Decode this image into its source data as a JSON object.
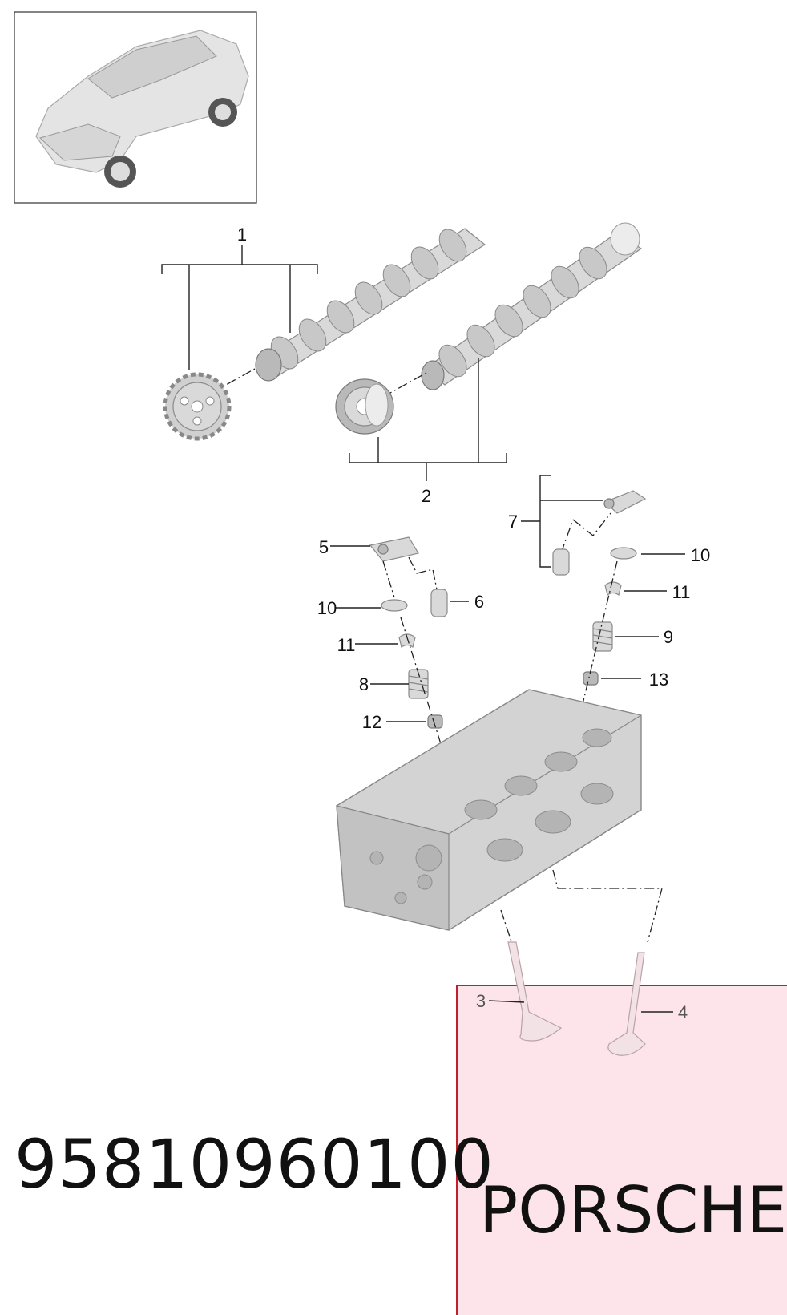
{
  "part_number": "95810960100",
  "brand": "PORSCHE",
  "callouts": {
    "c1": "1",
    "c2": "2",
    "c3": "3",
    "c4": "4",
    "c5": "5",
    "c6": "6",
    "c7": "7",
    "c8": "8",
    "c9": "9",
    "c10a": "10",
    "c10b": "10",
    "c11a": "11",
    "c11b": "11",
    "c12": "12",
    "c13": "13"
  },
  "colors": {
    "highlight_fill": "#fde3ea",
    "highlight_border": "#c0202a"
  }
}
